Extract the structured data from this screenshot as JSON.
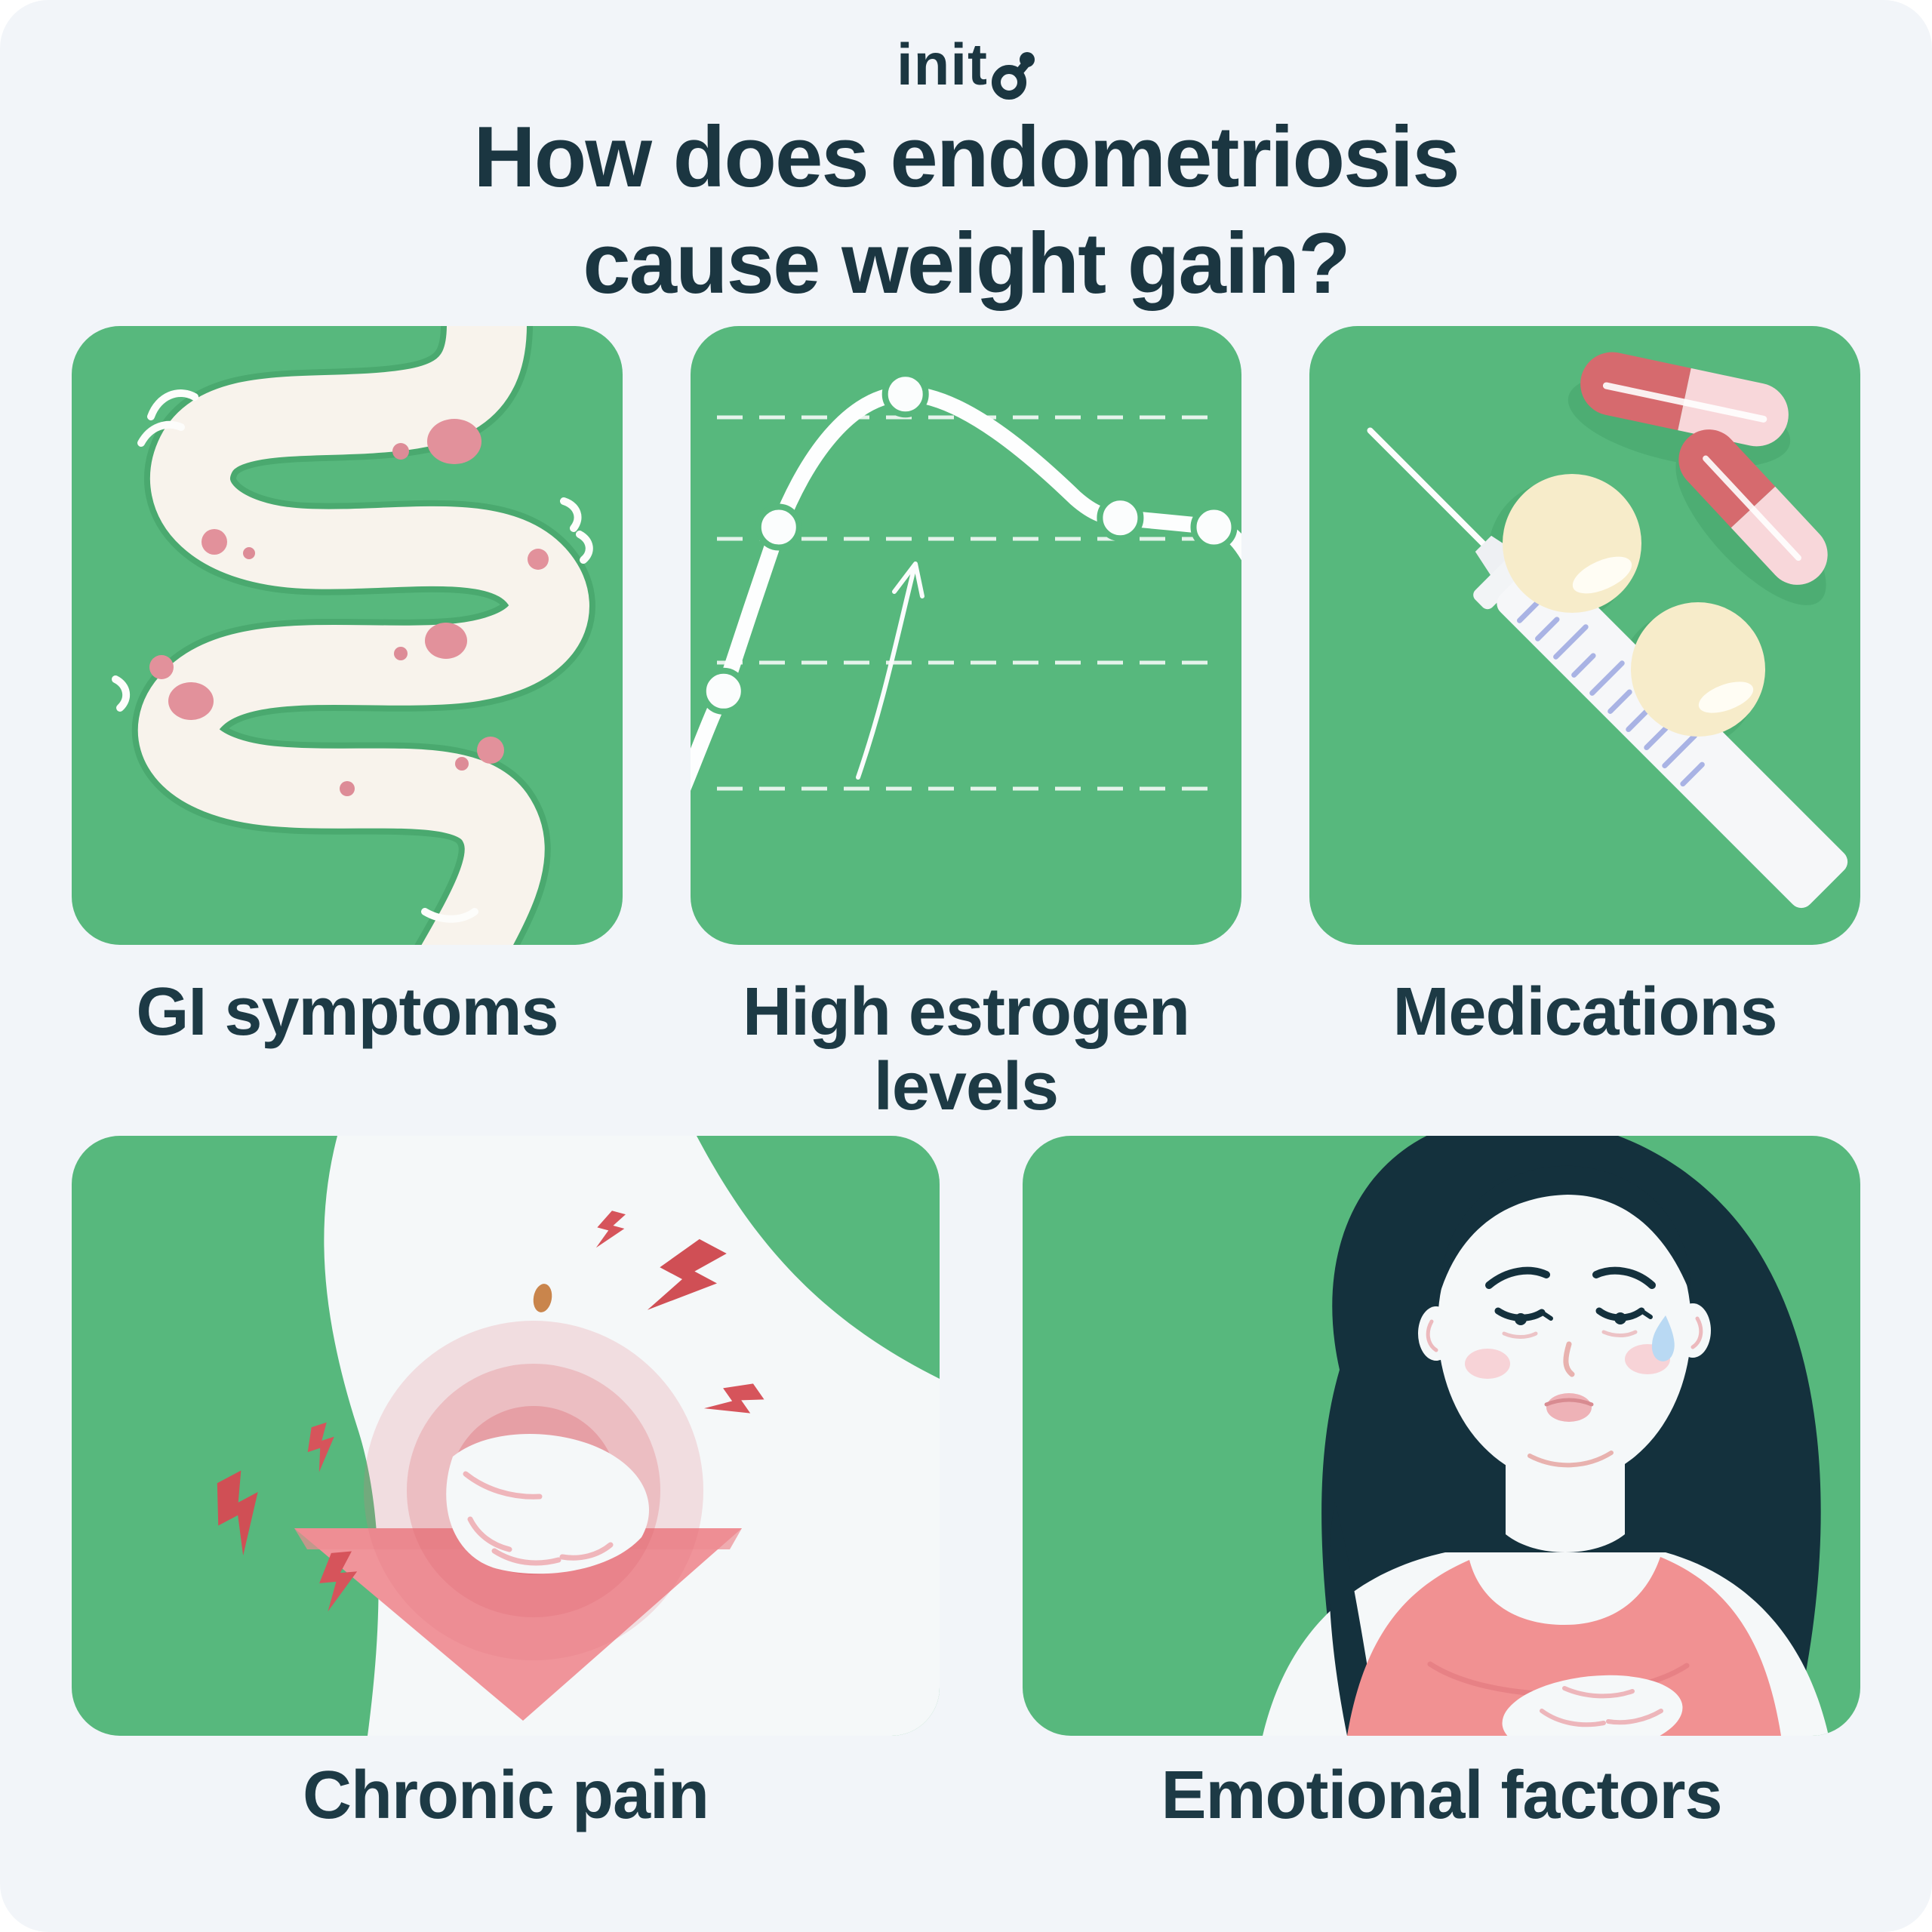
{
  "brand": {
    "logo_text": "inito",
    "logo_text_head": "init"
  },
  "header": {
    "title_line1": "How does endometriosis",
    "title_line2": "cause weight gain?"
  },
  "panels": [
    {
      "id": "gi-symptoms",
      "label": "GI symptoms",
      "icon": "intestines"
    },
    {
      "id": "high-estrogen",
      "label": "High estrogen levels",
      "icon": "estrogen-line-chart"
    },
    {
      "id": "medications",
      "label": "Medications",
      "icon": "syringe-and-pills"
    },
    {
      "id": "chronic-pain",
      "label": "Chronic pain",
      "icon": "abdominal-pain"
    },
    {
      "id": "emotional-factors",
      "label": "Emotional factors",
      "icon": "sad-woman"
    }
  ],
  "colors": {
    "card_background": "#f2f5f9",
    "panel_green": "#57b87d",
    "text_dark": "#1b3641",
    "illustration_white": "#f6f8f9",
    "cream_pill": "#f7ecca",
    "capsule_red": "#d66a6e",
    "capsule_pink": "#f8d7da",
    "pain_pink": "#f0949a",
    "bolt_red": "#d6545b",
    "hair_dark": "#14313d",
    "top_salmon": "#f19192",
    "tear_blue": "#b9d9f3"
  },
  "chart_data": {
    "type": "line",
    "title": "High estrogen levels (illustrative cycle curve, no axis labels shown)",
    "x_normalized": [
      0.06,
      0.16,
      0.39,
      0.78,
      0.95
    ],
    "y_normalized": [
      0.41,
      0.675,
      0.89,
      0.69,
      0.675
    ],
    "gridlines": 4,
    "grid_style": "dashed-white",
    "axis_labels_visible": false,
    "annotations": [
      "thin upward curved arrow"
    ]
  }
}
